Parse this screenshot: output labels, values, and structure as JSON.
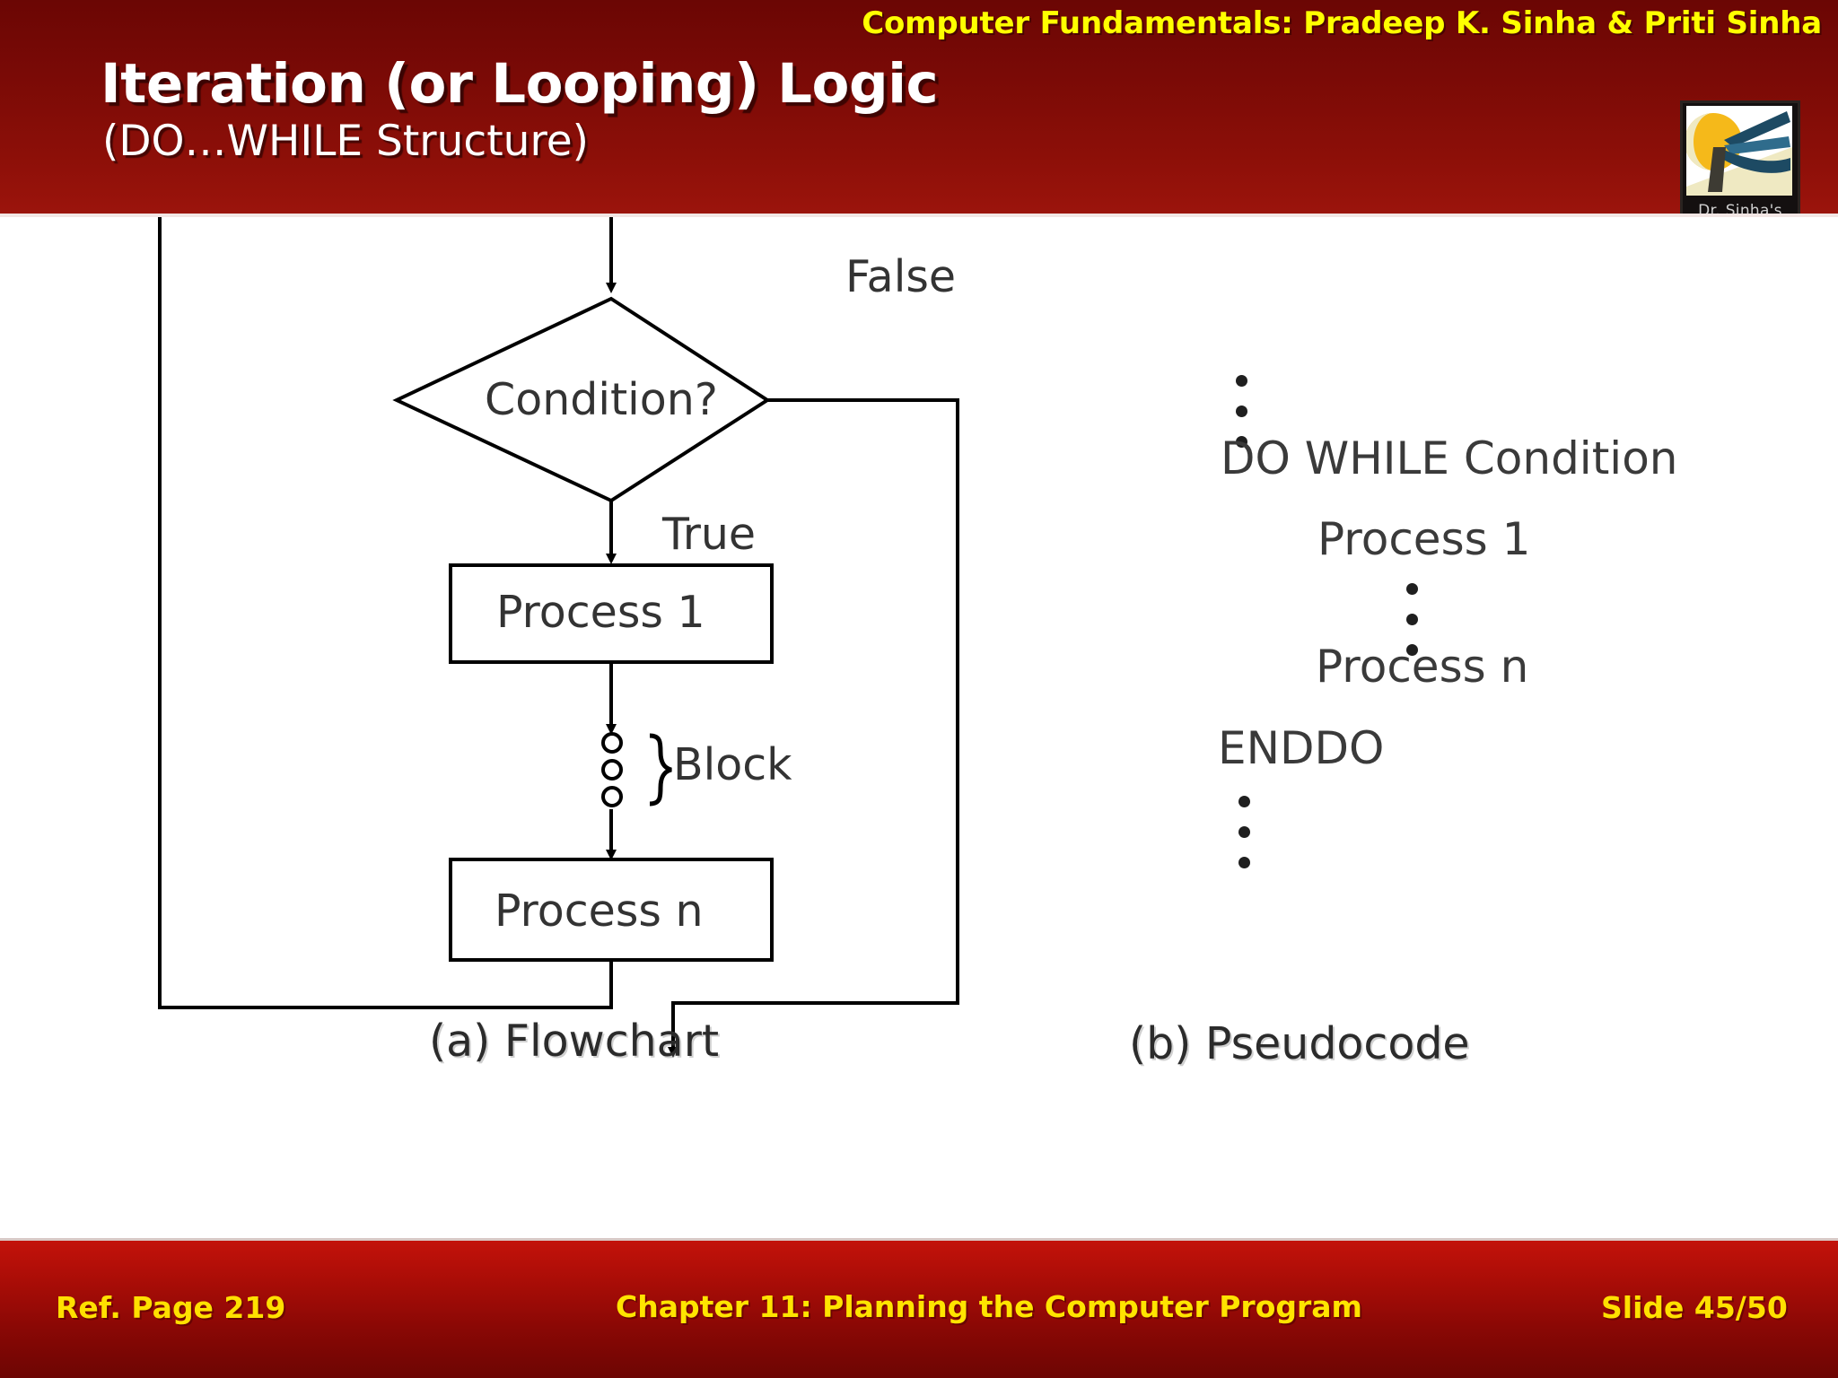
{
  "header": {
    "book_credit": "Computer Fundamentals: Pradeep K. Sinha & Priti Sinha",
    "title": "Iteration (or Looping) Logic",
    "subtitle": "(DO…WHILE Structure)",
    "logo_caption": "Dr. Sinha's",
    "bg_color": "#7a0a06",
    "credit_color": "#ffff00",
    "title_color": "#ffffff"
  },
  "flowchart": {
    "decision_label": "Condition?",
    "false_label": "False",
    "true_label": "True",
    "process_first": "Process 1",
    "process_last": "Process n",
    "block_label": "Block",
    "caption": "(a)  Flowchart",
    "line_color": "#000000",
    "text_color": "#333333"
  },
  "pseudocode": {
    "caption": "(b)  Pseudocode",
    "lines": [
      {
        "text": "DO WHILE Condition",
        "kind": "code"
      },
      {
        "text": "Process 1",
        "kind": "code"
      },
      {
        "text": "Process n",
        "kind": "code"
      },
      {
        "text": "ENDDO",
        "kind": "code"
      }
    ],
    "ellipsis_glyph": "vertical-dots",
    "text_color": "#3a3a3a"
  },
  "footer": {
    "ref_page": "Ref. Page  219",
    "chapter": "Chapter 11: Planning the Computer Program",
    "slide_number": "Slide 45/50",
    "bg_color": "#ab0d07",
    "text_color": "#ffe000"
  }
}
